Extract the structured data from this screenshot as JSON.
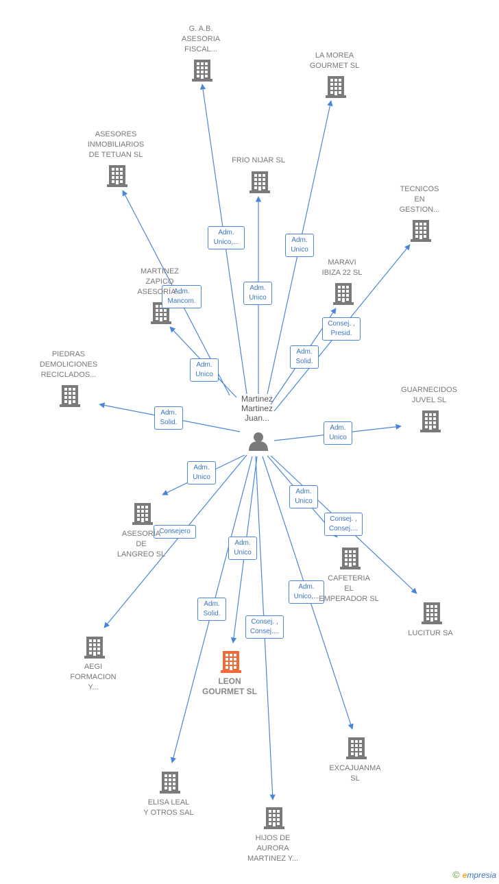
{
  "center": {
    "label": "Martinez\nMartinez\nJuan...",
    "icon": "person-icon"
  },
  "colors": {
    "edge": "#4a86d8",
    "node": "#7a7a7a",
    "highlight": "#f26a3a"
  },
  "nodes": [
    {
      "id": "gab",
      "label": "G. A.B.\nASESORIA\nFISCAL..."
    },
    {
      "id": "lamorea",
      "label": "LA MOREA\nGOURMET  SL"
    },
    {
      "id": "asesores",
      "label": "ASESORES\nINMOBILIARIOS\nDE TETUAN  SL"
    },
    {
      "id": "frionijar",
      "label": "FRIO NIJAR SL"
    },
    {
      "id": "tecnicos",
      "label": "TECNICOS\nEN\nGESTION..."
    },
    {
      "id": "martinez",
      "label": "MARTINEZ\nZAPICO\nASESORÍA..."
    },
    {
      "id": "maravi",
      "label": "MARAVI\nIBIZA 22  SL"
    },
    {
      "id": "piedras",
      "label": "PIEDRAS\nDEMOLICIONES\nRECICLADOS..."
    },
    {
      "id": "guarnecidos",
      "label": "GUARNECIDOS\nJUVEL  SL"
    },
    {
      "id": "asesoria_langreo",
      "label": "ASESORÍA\nDE\nLANGREO SL"
    },
    {
      "id": "cafeteria",
      "label": "CAFETERIA\nEL\nEMPERADOR SL"
    },
    {
      "id": "lucitur",
      "label": "LUCITUR SA"
    },
    {
      "id": "aegi",
      "label": "AEGI\nFORMACION\nY..."
    },
    {
      "id": "leon",
      "label": "LEON\nGOURMET  SL",
      "highlight": true
    },
    {
      "id": "excajuanma",
      "label": "EXCAJUANMA\nSL"
    },
    {
      "id": "elisa",
      "label": "ELISA LEAL\nY OTROS SAL"
    },
    {
      "id": "hijos",
      "label": "HIJOS DE\nAURORA\nMARTINEZ Y..."
    }
  ],
  "edges": [
    {
      "to": "gab",
      "label": "Adm.\nUnico,..."
    },
    {
      "to": "lamorea",
      "label": "Adm.\nUnico"
    },
    {
      "to": "asesores",
      "label": "Adm.\nMancom."
    },
    {
      "to": "frionijar",
      "label": "Adm.\nUnico"
    },
    {
      "to": "tecnicos",
      "label": "Consej. ,\nPresid."
    },
    {
      "to": "martinez",
      "label": "Adm.\nUnico"
    },
    {
      "to": "maravi",
      "label": "Adm.\nSolid."
    },
    {
      "to": "piedras",
      "label": "Adm.\nSolid."
    },
    {
      "to": "guarnecidos",
      "label": "Adm.\nUnico"
    },
    {
      "to": "asesoria_langreo",
      "label": "Adm.\nUnico"
    },
    {
      "to": "cafeteria",
      "label": "Adm.\nUnico"
    },
    {
      "to": "lucitur",
      "label": "Consej. ,\nConsej...."
    },
    {
      "to": "aegi",
      "label": "Consejero"
    },
    {
      "to": "leon",
      "label": "Adm.\nUnico"
    },
    {
      "to": "excajuanma",
      "label": "Adm.\nUnico,..."
    },
    {
      "to": "elisa",
      "label": "Adm.\nSolid."
    },
    {
      "to": "hijos",
      "label": "Consej. ,\nConsej...."
    }
  ],
  "brand": {
    "copyright": "©",
    "initial": "e",
    "name": "mpresia"
  }
}
